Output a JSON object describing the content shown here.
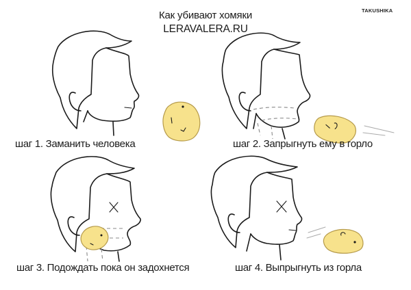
{
  "header": {
    "title": "Как убивают хомяки",
    "site": "LERAVALERA.RU",
    "credit": "TAKUSHIKA"
  },
  "colors": {
    "hair": "#B9A360",
    "hamster": "#F7E28C",
    "hamster_outline": "#B59A4A",
    "ink": "#1a1a1a",
    "background": "#ffffff"
  },
  "panels": [
    {
      "step": 1,
      "caption": "шаг 1. Заманить человека",
      "person_state": "alive",
      "hamster_position": "in-front-of-face"
    },
    {
      "step": 2,
      "caption": "шаг 2. Запрыгнуть ему в горло",
      "person_state": "alive-mouth-open",
      "hamster_position": "flying-toward-mouth"
    },
    {
      "step": 3,
      "caption": "шаг 3. Подождать пока он задохнется",
      "person_state": "dead-x-eye",
      "hamster_position": "inside-throat"
    },
    {
      "step": 4,
      "caption": "шаг 4. Выпрыгнуть из горла",
      "person_state": "dead-x-eye",
      "hamster_position": "flying-away-from-mouth"
    }
  ]
}
